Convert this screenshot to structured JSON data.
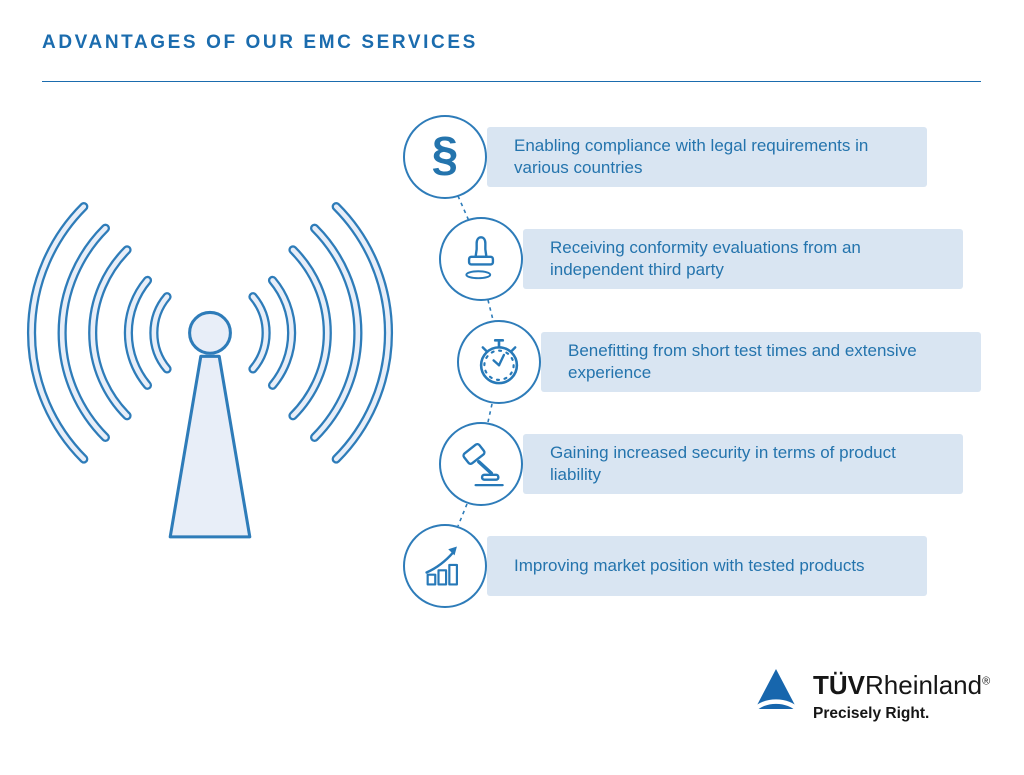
{
  "page": {
    "title": "ADVANTAGES OF OUR EMC SERVICES"
  },
  "advantages": {
    "items": [
      {
        "icon": "section-sign-icon",
        "text": "Enabling compliance with legal requirements in various countries"
      },
      {
        "icon": "stamp-icon",
        "text": "Receiving conformity evaluations from an independent third party"
      },
      {
        "icon": "stopwatch-icon",
        "text": "Benefitting from short test times and extensive experience"
      },
      {
        "icon": "gavel-icon",
        "text": "Gaining increased security in terms of product liability"
      },
      {
        "icon": "growth-chart-icon",
        "text": "Improving market position with tested products"
      }
    ],
    "section_sign_glyph": "§"
  },
  "logo": {
    "brand_bold": "TÜV",
    "brand_regular": "Rheinland",
    "registered": "®",
    "tagline": "Precisely Right."
  },
  "colors": {
    "accent_blue": "#1b6cae",
    "stroke_blue": "#2e7cb9",
    "box_fill": "#d9e5f2",
    "icon_fill": "#e8eef8",
    "logo_blue": "#1766ad"
  }
}
